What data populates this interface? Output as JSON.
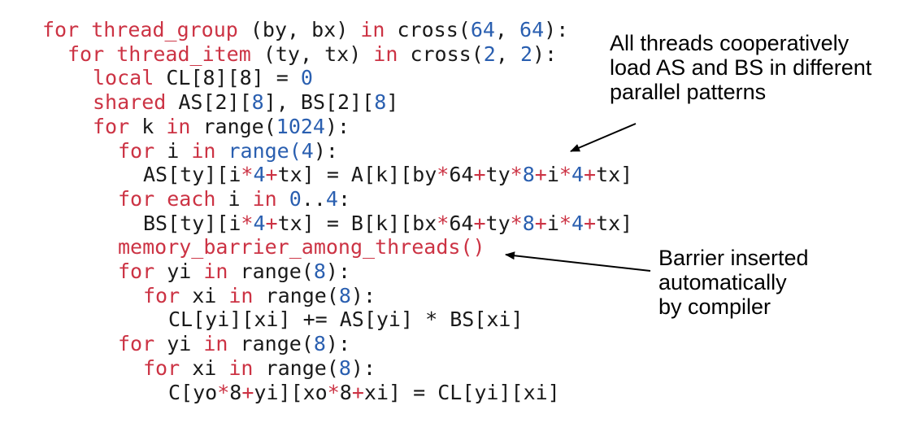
{
  "colors": {
    "keyword": "#cc3344",
    "number": "#2a5fb0",
    "text": "#1a1a1a"
  },
  "code_lines": [
    {
      "indent": 0,
      "tokens": [
        {
          "t": "for thread_group",
          "c": "kw"
        },
        {
          "t": " (by, bx) ",
          "c": "tx"
        },
        {
          "t": "in",
          "c": "kw"
        },
        {
          "t": " cross(",
          "c": "tx"
        },
        {
          "t": "64",
          "c": "num"
        },
        {
          "t": ", ",
          "c": "tx"
        },
        {
          "t": "64",
          "c": "num"
        },
        {
          "t": "):",
          "c": "tx"
        }
      ]
    },
    {
      "indent": 1,
      "tokens": [
        {
          "t": "for thread_item",
          "c": "kw"
        },
        {
          "t": " (ty, tx) ",
          "c": "tx"
        },
        {
          "t": "in",
          "c": "kw"
        },
        {
          "t": " cross(",
          "c": "tx"
        },
        {
          "t": "2",
          "c": "num"
        },
        {
          "t": ", ",
          "c": "tx"
        },
        {
          "t": "2",
          "c": "num"
        },
        {
          "t": "):",
          "c": "tx"
        }
      ]
    },
    {
      "indent": 2,
      "tokens": [
        {
          "t": "local",
          "c": "kw"
        },
        {
          "t": " CL[8][8] = ",
          "c": "tx"
        },
        {
          "t": "0",
          "c": "num"
        }
      ]
    },
    {
      "indent": 2,
      "tokens": [
        {
          "t": "shared",
          "c": "kw"
        },
        {
          "t": " AS[2][",
          "c": "tx"
        },
        {
          "t": "8",
          "c": "num"
        },
        {
          "t": "], BS[2][",
          "c": "tx"
        },
        {
          "t": "8",
          "c": "num"
        },
        {
          "t": "]",
          "c": "tx"
        }
      ]
    },
    {
      "indent": 2,
      "tokens": [
        {
          "t": "for",
          "c": "kw"
        },
        {
          "t": " k ",
          "c": "tx"
        },
        {
          "t": "in",
          "c": "kw"
        },
        {
          "t": " range(",
          "c": "tx"
        },
        {
          "t": "1024",
          "c": "num"
        },
        {
          "t": "):",
          "c": "tx"
        }
      ]
    },
    {
      "indent": 3,
      "tokens": [
        {
          "t": "for",
          "c": "kw"
        },
        {
          "t": " i ",
          "c": "tx"
        },
        {
          "t": "in",
          "c": "kw"
        },
        {
          "t": " range(",
          "c": "num"
        },
        {
          "t": "4",
          "c": "num"
        },
        {
          "t": "):",
          "c": "tx"
        }
      ]
    },
    {
      "indent": 4,
      "tokens": [
        {
          "t": "AS[ty][i",
          "c": "tx"
        },
        {
          "t": "*",
          "c": "op"
        },
        {
          "t": "4",
          "c": "num"
        },
        {
          "t": "+",
          "c": "op"
        },
        {
          "t": "tx] = A[k][by",
          "c": "tx"
        },
        {
          "t": "*",
          "c": "op"
        },
        {
          "t": "64",
          "c": "tx"
        },
        {
          "t": "+",
          "c": "op"
        },
        {
          "t": "ty",
          "c": "tx"
        },
        {
          "t": "*",
          "c": "op"
        },
        {
          "t": "8",
          "c": "num"
        },
        {
          "t": "+",
          "c": "op"
        },
        {
          "t": "i",
          "c": "tx"
        },
        {
          "t": "*",
          "c": "op"
        },
        {
          "t": "4",
          "c": "num"
        },
        {
          "t": "+",
          "c": "op"
        },
        {
          "t": "tx]",
          "c": "tx"
        }
      ]
    },
    {
      "indent": 3,
      "tokens": [
        {
          "t": "for each",
          "c": "kw"
        },
        {
          "t": " i ",
          "c": "tx"
        },
        {
          "t": "in",
          "c": "kw"
        },
        {
          "t": " ",
          "c": "tx"
        },
        {
          "t": "0",
          "c": "num"
        },
        {
          "t": "..",
          "c": "tx"
        },
        {
          "t": "4",
          "c": "num"
        },
        {
          "t": ":",
          "c": "tx"
        }
      ]
    },
    {
      "indent": 4,
      "tokens": [
        {
          "t": "BS[ty][i",
          "c": "tx"
        },
        {
          "t": "*",
          "c": "op"
        },
        {
          "t": "4",
          "c": "num"
        },
        {
          "t": "+",
          "c": "op"
        },
        {
          "t": "tx] = B[k][bx",
          "c": "tx"
        },
        {
          "t": "*",
          "c": "op"
        },
        {
          "t": "64",
          "c": "tx"
        },
        {
          "t": "+",
          "c": "op"
        },
        {
          "t": "ty",
          "c": "tx"
        },
        {
          "t": "*",
          "c": "op"
        },
        {
          "t": "8",
          "c": "num"
        },
        {
          "t": "+",
          "c": "op"
        },
        {
          "t": "i",
          "c": "tx"
        },
        {
          "t": "*",
          "c": "op"
        },
        {
          "t": "4",
          "c": "num"
        },
        {
          "t": "+",
          "c": "op"
        },
        {
          "t": "tx]",
          "c": "tx"
        }
      ]
    },
    {
      "indent": 3,
      "tokens": [
        {
          "t": "memory_barrier_among_threads()",
          "c": "kw"
        }
      ]
    },
    {
      "indent": 3,
      "tokens": [
        {
          "t": "for",
          "c": "kw"
        },
        {
          "t": " yi ",
          "c": "tx"
        },
        {
          "t": "in",
          "c": "kw"
        },
        {
          "t": " range(",
          "c": "tx"
        },
        {
          "t": "8",
          "c": "num"
        },
        {
          "t": "):",
          "c": "tx"
        }
      ]
    },
    {
      "indent": 4,
      "tokens": [
        {
          "t": "for",
          "c": "kw"
        },
        {
          "t": " xi ",
          "c": "tx"
        },
        {
          "t": "in",
          "c": "kw"
        },
        {
          "t": " range(",
          "c": "tx"
        },
        {
          "t": "8",
          "c": "num"
        },
        {
          "t": "):",
          "c": "tx"
        }
      ]
    },
    {
      "indent": 5,
      "tokens": [
        {
          "t": "CL[yi][xi] += AS[yi] ",
          "c": "tx"
        },
        {
          "t": "*",
          "c": "tx"
        },
        {
          "t": " BS[xi]",
          "c": "tx"
        }
      ]
    },
    {
      "indent": 3,
      "tokens": [
        {
          "t": "for",
          "c": "kw"
        },
        {
          "t": " yi ",
          "c": "tx"
        },
        {
          "t": "in",
          "c": "kw"
        },
        {
          "t": " range(",
          "c": "tx"
        },
        {
          "t": "8",
          "c": "num"
        },
        {
          "t": "):",
          "c": "tx"
        }
      ]
    },
    {
      "indent": 4,
      "tokens": [
        {
          "t": "for",
          "c": "kw"
        },
        {
          "t": " xi ",
          "c": "tx"
        },
        {
          "t": "in",
          "c": "kw"
        },
        {
          "t": " range(",
          "c": "tx"
        },
        {
          "t": "8",
          "c": "num"
        },
        {
          "t": "):",
          "c": "tx"
        }
      ]
    },
    {
      "indent": 5,
      "tokens": [
        {
          "t": "C[yo",
          "c": "tx"
        },
        {
          "t": "*",
          "c": "op"
        },
        {
          "t": "8",
          "c": "tx"
        },
        {
          "t": "+",
          "c": "op"
        },
        {
          "t": "yi][xo",
          "c": "tx"
        },
        {
          "t": "*",
          "c": "op"
        },
        {
          "t": "8",
          "c": "tx"
        },
        {
          "t": "+",
          "c": "op"
        },
        {
          "t": "xi] = CL[yi][xi]",
          "c": "tx"
        }
      ]
    }
  ],
  "annotations": {
    "cooperative_load": [
      "All threads cooperatively",
      "load AS and BS in different",
      "parallel patterns"
    ],
    "barrier": [
      "Barrier inserted",
      "automatically",
      "by compiler"
    ]
  }
}
